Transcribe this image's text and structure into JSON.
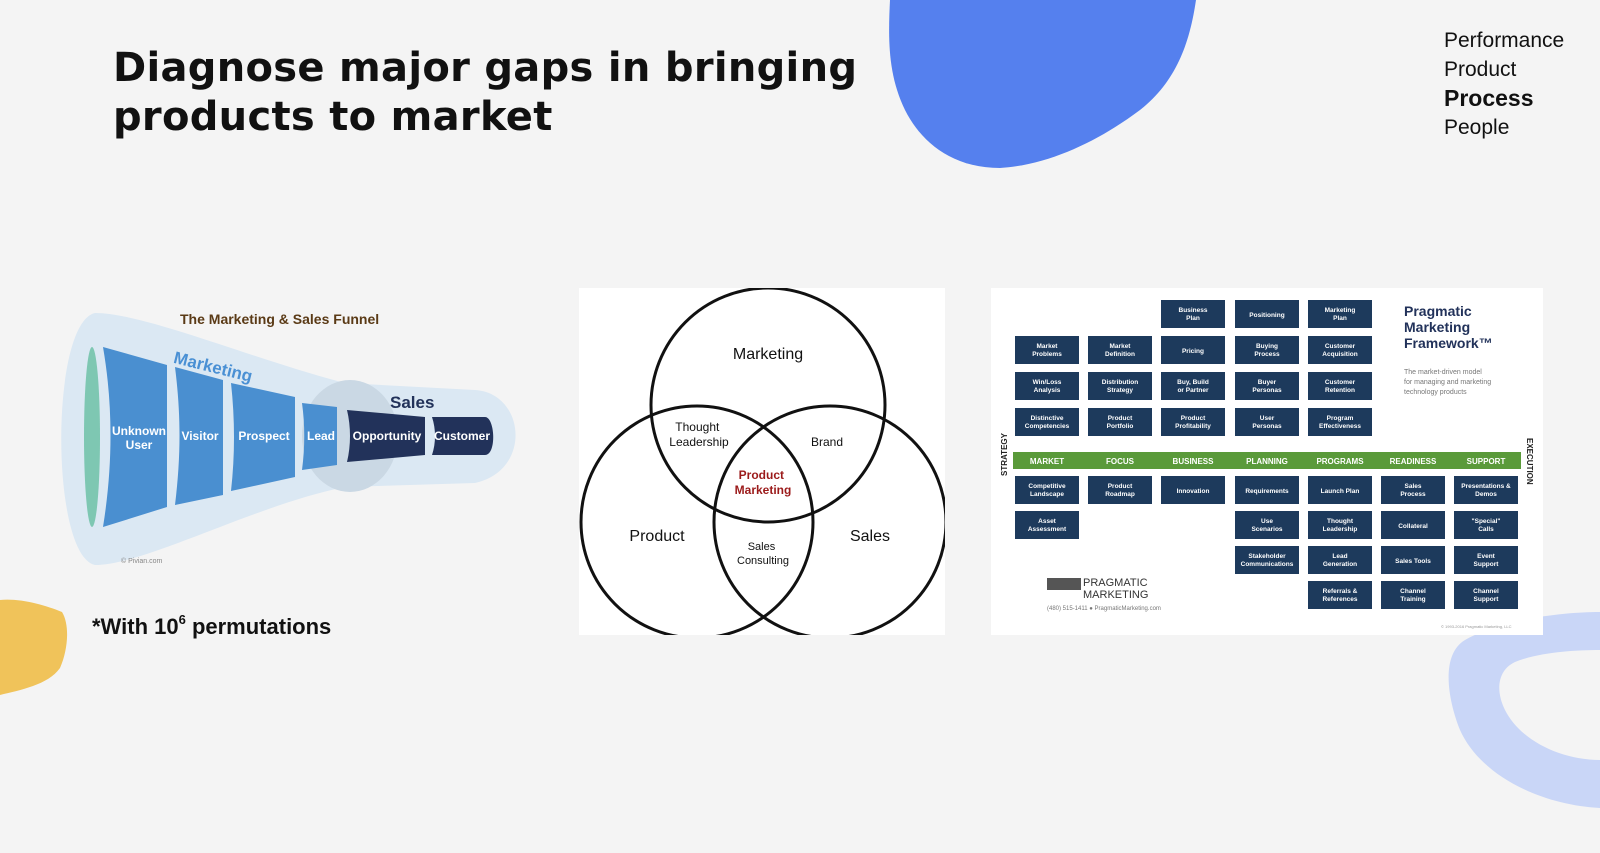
{
  "slide": {
    "title_line1": "Diagnose major gaps in bringing",
    "title_line2": "products to market",
    "nav": [
      "Performance",
      "Product",
      "Process",
      "People"
    ],
    "active_nav": "Process",
    "footnote_prefix": "*With 10",
    "footnote_sup": "6",
    "footnote_suffix": " permutations",
    "colors": {
      "background": "#f4f4f4",
      "blue_blob": "#5580ee",
      "yellow_blob": "#f0c35a",
      "light_blue_ring": "#c9d6f7"
    }
  },
  "funnel": {
    "title": "The Marketing & Sales Funnel",
    "marketing_label": "Marketing",
    "sales_label": "Sales",
    "stages": [
      "Unknown User",
      "Visitor",
      "Prospect",
      "Lead",
      "Opportunity",
      "Customer"
    ],
    "credit": "© Pivian.com"
  },
  "venn": {
    "circles": [
      "Marketing",
      "Product",
      "Sales"
    ],
    "overlaps": {
      "marketing_product": "Thought Leadership",
      "marketing_sales": "Brand",
      "product_sales": "Sales Consulting",
      "center": "Product Marketing"
    }
  },
  "framework": {
    "title_lines": [
      "Pragmatic",
      "Marketing",
      "Framework™"
    ],
    "subtitle_lines": [
      "The market-driven model",
      "for managing and marketing",
      "technology products"
    ],
    "strategy_label": "STRATEGY",
    "execution_label": "EXECUTION",
    "columns": [
      "MARKET",
      "FOCUS",
      "BUSINESS",
      "PLANNING",
      "PROGRAMS",
      "READINESS",
      "SUPPORT"
    ],
    "top_boxes": [
      [
        "Market Problems",
        "Win/Loss Analysis",
        "Distinctive Competencies"
      ],
      [
        "Market Definition",
        "Distribution Strategy",
        "Product Portfolio"
      ],
      [
        "Business Plan",
        "Pricing",
        "Buy, Build or Partner",
        "Product Profitability"
      ],
      [
        "Positioning",
        "Buying Process",
        "Buyer Personas",
        "User Personas"
      ],
      [
        "Marketing Plan",
        "Customer Acquisition",
        "Customer Retention",
        "Program Effectiveness"
      ]
    ],
    "bottom_boxes": [
      [
        "Competitive Landscape",
        "Asset Assessment"
      ],
      [
        "Product Roadmap"
      ],
      [
        "Innovation"
      ],
      [
        "Requirements",
        "Use Scenarios",
        "Stakeholder Communications"
      ],
      [
        "Launch Plan",
        "Thought Leadership",
        "Lead Generation",
        "Referrals & References"
      ],
      [
        "Sales Process",
        "Collateral",
        "Sales Tools",
        "Channel Training"
      ],
      [
        "Presentations & Demos",
        "\"Special\" Calls",
        "Event Support",
        "Channel Support"
      ]
    ],
    "logo_line1": "PRAGMATIC",
    "logo_line2": "MARKETING",
    "contact": "(480) 515-1411 ● PragmaticMarketing.com",
    "copyright": "© 1993-2016 Pragmatic Marketing, LLC"
  }
}
